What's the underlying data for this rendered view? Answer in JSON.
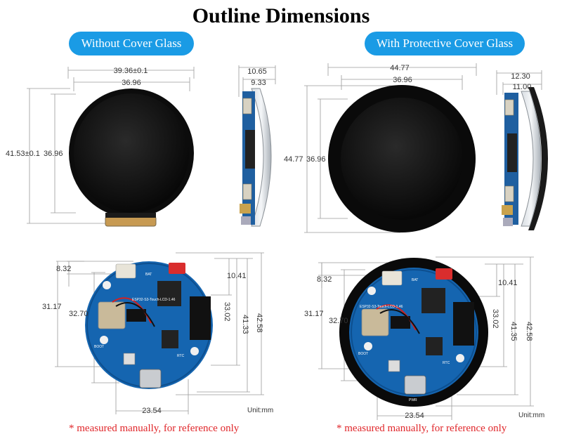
{
  "title": "Outline Dimensions",
  "left_label": "Without Cover Glass",
  "right_label": "With Protective Cover Glass",
  "note": "* measured manually, for reference only",
  "unit": "Unit:mm",
  "left_front": {
    "outer_w": "39.36±0.1",
    "inner_w": "36.96",
    "outer_h": "41.53±0.1",
    "inner_h": "36.96"
  },
  "left_side": {
    "outer": "10.65",
    "inner": "9.33"
  },
  "right_front": {
    "outer_w": "44.77",
    "inner_w": "36.96",
    "outer_h": "44.77",
    "inner_h": "36.96"
  },
  "right_side": {
    "outer": "12.30",
    "inner": "11.00"
  },
  "left_back": {
    "top_offset": "8.32",
    "left_h1": "31.17",
    "left_h2": "32.70",
    "right_w": "10.41",
    "right_h1": "33.02",
    "right_h2": "41.33",
    "right_h3": "42.58",
    "bottom_w": "23.54"
  },
  "right_back": {
    "top_offset": "8.32",
    "left_h1": "31.17",
    "left_h2": "32.70",
    "right_w": "10.41",
    "right_h1": "33.02",
    "right_h2": "41.35",
    "right_h3": "42.58",
    "bottom_w": "23.54"
  },
  "pcb": {
    "model": "ESP32-S3-Touch-LCD-1.46",
    "bat": "BAT",
    "rtc": "RTC",
    "boot": "BOOT",
    "pwr": "PWR"
  },
  "colors": {
    "accent": "#1a9be5",
    "note": "#e0262a",
    "pcb": "#1565b0"
  }
}
